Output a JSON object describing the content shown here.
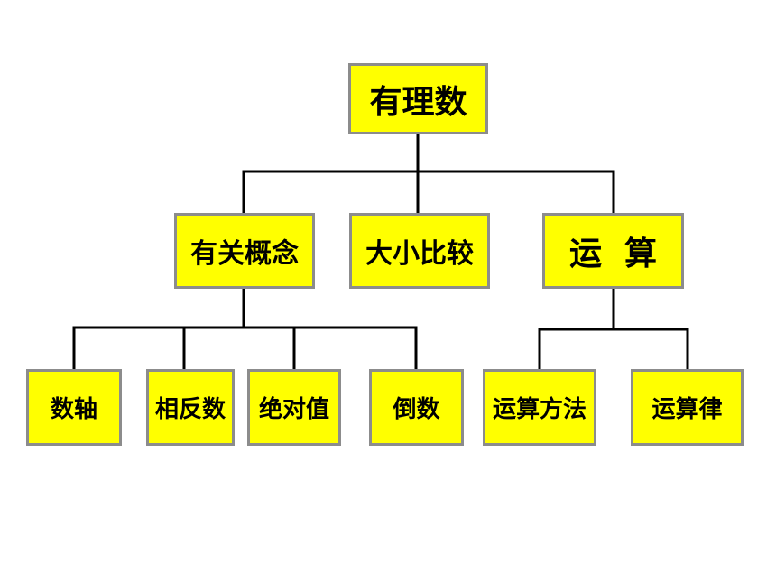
{
  "colors": {
    "box_fill": "#ffff00",
    "box_border": "#8c8c8c",
    "connector": "#000000"
  },
  "root": {
    "label": "有理数"
  },
  "level1": {
    "concepts": "有关概念",
    "compare": "大小比较",
    "operations": "运  算"
  },
  "level2": {
    "number_line": "数轴",
    "opposite": "相反数",
    "absolute": "绝对值",
    "reciprocal": "倒数",
    "op_rules": "运算方法",
    "op_laws": "运算律"
  }
}
